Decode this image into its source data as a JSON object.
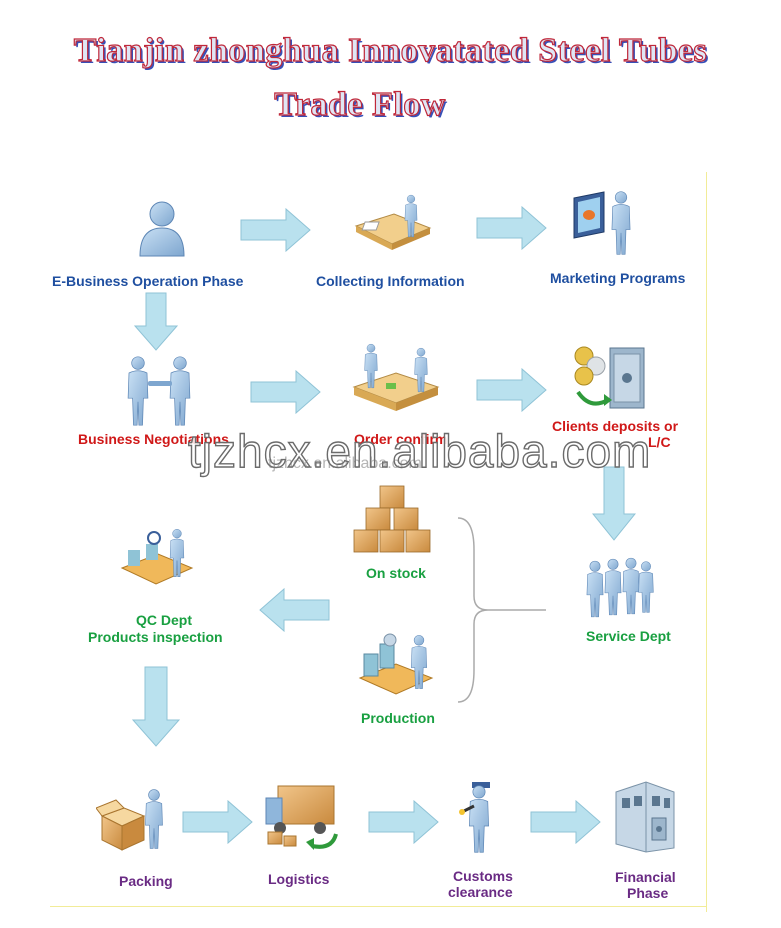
{
  "title": {
    "line1": "Tianjin zhonghua Innovatated Steel Tubes",
    "line2": "Trade Flow"
  },
  "nodes": {
    "ebusiness": "E-Business Operation Phase",
    "collecting": "Collecting Information",
    "marketing": "Marketing Programs",
    "negotiations": "Business Negotiations",
    "order": "Order confirm",
    "deposits_line1": "Clients deposits or",
    "deposits_line2": "L/C",
    "service": "Service Dept",
    "on_stock": "On stock",
    "production": "Production",
    "qc_line1": "QC Dept",
    "qc_line2": "Products inspection",
    "packing": "Packing",
    "logistics": "Logistics",
    "customs_line1": "Customs",
    "customs_line2": "clearance",
    "financial_line1": "Financial",
    "financial_line2": "Phase"
  },
  "watermark": {
    "large": "tjzhcx.en.alibaba.com",
    "small": "tjzhcx.en.alibaba.com"
  },
  "colors": {
    "arrow_fill": "#b9e1ee",
    "arrow_stroke": "#8fc3d6",
    "person": "#8fb6db",
    "label_blue": "#1f4fa0",
    "label_red": "#d01818",
    "label_green": "#19a041",
    "label_purple": "#6a2b84"
  }
}
